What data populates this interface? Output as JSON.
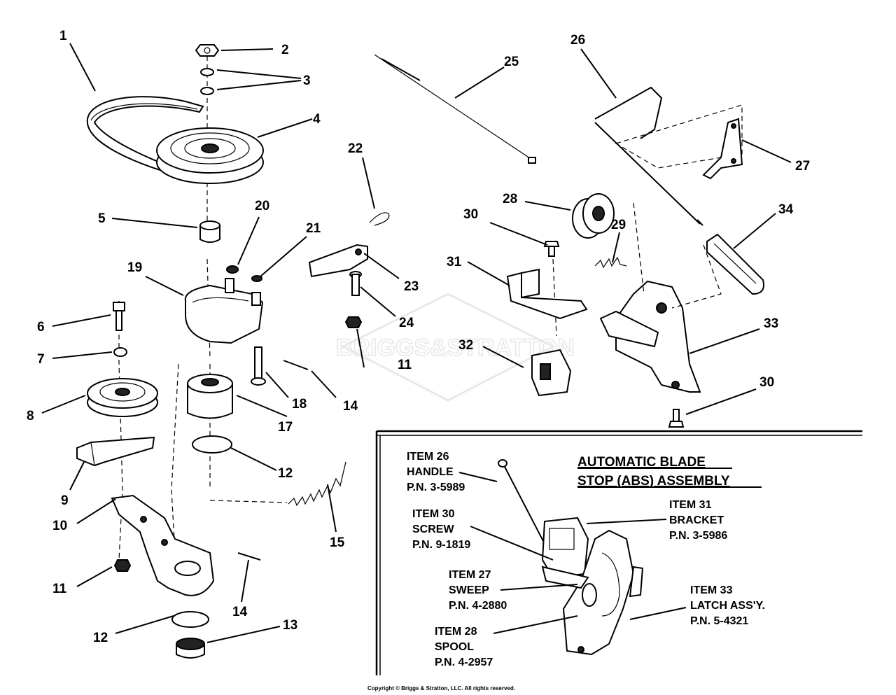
{
  "callouts": [
    "1",
    "2",
    "3",
    "4",
    "5",
    "6",
    "7",
    "8",
    "9",
    "10",
    "11",
    "11b",
    "12",
    "12b",
    "13",
    "14",
    "14b",
    "15",
    "17",
    "18",
    "19",
    "20",
    "21",
    "22",
    "23",
    "24",
    "25",
    "26",
    "27",
    "28",
    "29",
    "30",
    "30b",
    "31",
    "32",
    "33",
    "34"
  ],
  "labels": {
    "1": "1",
    "2": "2",
    "3": "3",
    "4": "4",
    "5": "5",
    "6": "6",
    "7": "7",
    "8": "8",
    "9": "9",
    "10": "10",
    "11": "11",
    "11b": "11",
    "12": "12",
    "12b": "12",
    "13": "13",
    "14": "14",
    "14b": "14",
    "15": "15",
    "17": "17",
    "18": "18",
    "19": "19",
    "20": "20",
    "21": "21",
    "22": "22",
    "23": "23",
    "24": "24",
    "25": "25",
    "26": "26",
    "27": "27",
    "28": "28",
    "29": "29",
    "30": "30",
    "30b": "30",
    "31": "31",
    "32": "32",
    "33": "33",
    "34": "34"
  },
  "watermark": "BRIGGS&STRATTON",
  "inset": {
    "title_line1": "AUTOMATIC BLADE",
    "title_line2": "STOP (ABS) ASSEMBLY",
    "items": [
      {
        "id": "item26",
        "lines": [
          "ITEM 26",
          "HANDLE",
          "P.N. 3-5989"
        ]
      },
      {
        "id": "item30",
        "lines": [
          "ITEM 30",
          "SCREW",
          "P.N. 9-1819"
        ]
      },
      {
        "id": "item27",
        "lines": [
          "ITEM 27",
          "SWEEP",
          "P.N. 4-2880"
        ]
      },
      {
        "id": "item28",
        "lines": [
          "ITEM 28",
          "SPOOL",
          "P.N. 4-2957"
        ]
      },
      {
        "id": "item31",
        "lines": [
          "ITEM 31",
          "BRACKET",
          "P.N. 3-5986"
        ]
      },
      {
        "id": "item33",
        "lines": [
          "ITEM 33",
          "LATCH ASS'Y.",
          "P.N. 5-4321"
        ]
      }
    ]
  },
  "copyright": "Copyright © Briggs & Stratton, LLC. All rights reserved."
}
